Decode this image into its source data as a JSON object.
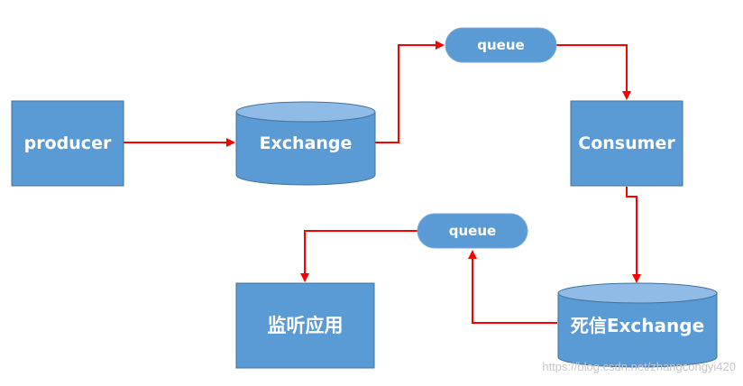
{
  "nodes": {
    "producer": {
      "label": "producer"
    },
    "exchange": {
      "label": "Exchange"
    },
    "queue_top": {
      "label": "queue"
    },
    "consumer": {
      "label": "Consumer"
    },
    "dlx": {
      "label": "死信Exchange"
    },
    "queue_bottom": {
      "label": "queue"
    },
    "monitor": {
      "label": "监听应用"
    }
  },
  "watermark": "https://blog.csdn.net/zhangcongyi420",
  "colors": {
    "node_fill": "#5b9bd5",
    "node_stroke": "#41719c",
    "arrow": "#ff0000",
    "text": "#ffffff"
  }
}
